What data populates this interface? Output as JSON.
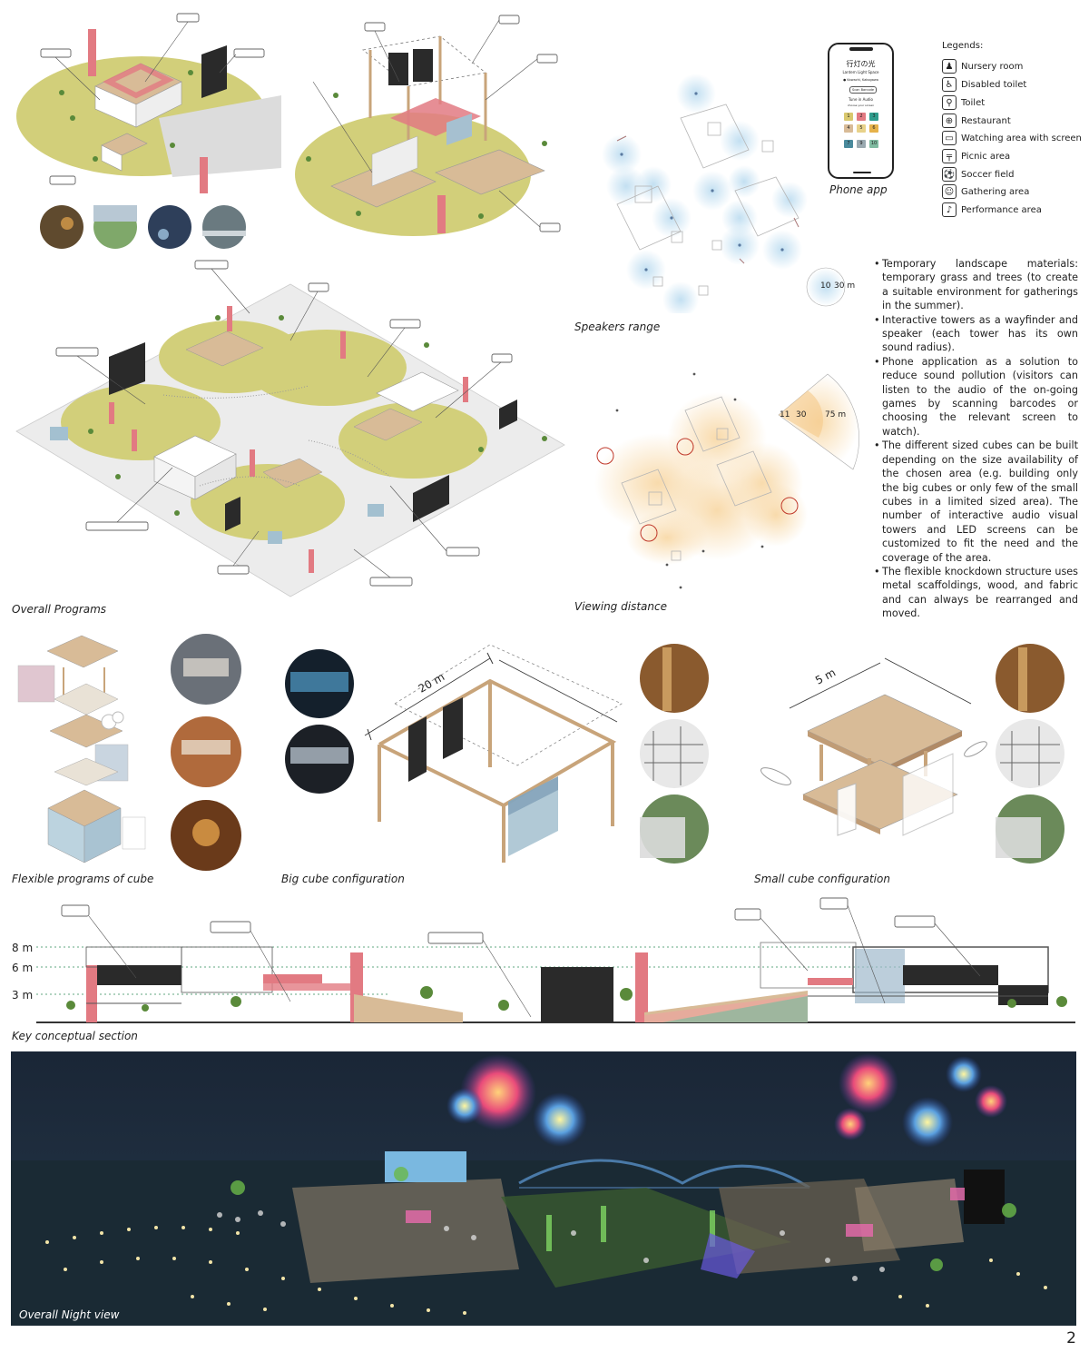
{
  "captions": {
    "overall_programs": "Overall Programs",
    "speakers_range": "Speakers range",
    "viewing_distance": "Viewing distance",
    "phone_app": "Phone app",
    "flexible_programs": "Flexible programs of cube",
    "big_cube": "Big cube configuration",
    "small_cube": "Small cube configuration",
    "key_section": "Key conceptual section",
    "night_view": "Overall Night view"
  },
  "legend": {
    "title": "Legends:",
    "items": [
      {
        "label": "Nursery room",
        "icon": "nursery-icon"
      },
      {
        "label": "Disabled toilet",
        "icon": "disabled-toilet-icon"
      },
      {
        "label": "Toilet",
        "icon": "toilet-icon"
      },
      {
        "label": "Restaurant",
        "icon": "restaurant-icon"
      },
      {
        "label": "Watching area with screen",
        "icon": "screen-icon"
      },
      {
        "label": "Picnic area",
        "icon": "picnic-icon"
      },
      {
        "label": "Soccer field",
        "icon": "soccer-icon"
      },
      {
        "label": "Gathering area",
        "icon": "gathering-icon"
      },
      {
        "label": "Performance area",
        "icon": "microphone-icon"
      }
    ]
  },
  "phone": {
    "title": "行灯の光",
    "subtitle": "Lantern Light Space",
    "location": "Kawachi, Kakogawa",
    "scan": "Scan Barcode",
    "tune": "Tune in Audio",
    "choose": "choose your screen",
    "screens": [
      "1",
      "2",
      "3",
      "4",
      "5",
      "6",
      "7",
      "8",
      "9",
      "10"
    ]
  },
  "notes": [
    "Temporary landscape materials: temporary grass and trees (to create a suitable environment for gatherings in the summer).",
    "Interactive towers as a wayfinder and speaker (each tower has its own sound radius).",
    "Phone application as a solution to reduce sound pollution (visitors can listen to the audio of the on-going games by scanning barcodes or choosing the relevant screen to watch).",
    "The different sized cubes can be built depending on the size availability of the chosen area (e.g. building only the big cubes or only few of the small cubes in a limited sized area). The number of interactive audio visual towers and LED screens can be customized to fit the need and the coverage of the area.",
    "The flexible knockdown structure uses metal scaffoldings, wood, and fabric and can always be rearranged and moved."
  ],
  "speaker_scale": {
    "r1": "10",
    "r2": "30 m"
  },
  "viewing_scale": {
    "r1": "11",
    "r2": "30",
    "r3": "75 m"
  },
  "dimensions": {
    "big": "20 m",
    "small": "5 m"
  },
  "section_levels": [
    "8 m",
    "6 m",
    "3 m"
  ],
  "page_number": "2",
  "colors": {
    "grass": "#d2cf7a",
    "tower": "#e27a82",
    "wood": "#d8bb97",
    "speaker_blue": "#bcdcf0",
    "view_orange": "#f8d9a8",
    "night_sky": "#1e2d3e"
  }
}
